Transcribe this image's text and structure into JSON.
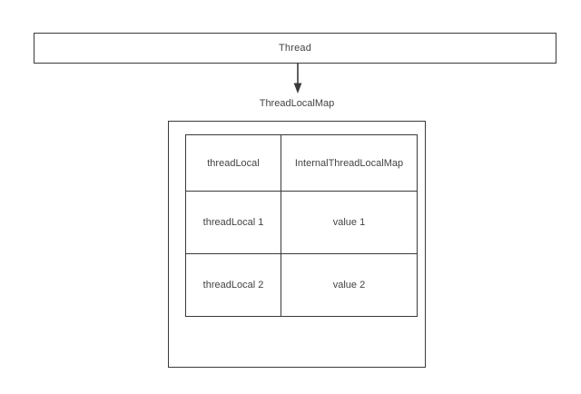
{
  "diagram": {
    "thread": {
      "label": "Thread"
    },
    "connector": {
      "caption": "ThreadLocalMap",
      "arrow_icon": "arrow-down-icon"
    },
    "map_container": {
      "name": "ThreadLocalMap"
    },
    "table": {
      "header": {
        "key": "threadLocal",
        "value": "InternalThreadLocalMap"
      },
      "rows": [
        {
          "key": "threadLocal 1",
          "value": "value 1"
        },
        {
          "key": "threadLocal 2",
          "value": "value 2"
        }
      ]
    }
  },
  "colors": {
    "stroke": "#3a3a3a",
    "text": "#434343",
    "background": "#ffffff"
  }
}
